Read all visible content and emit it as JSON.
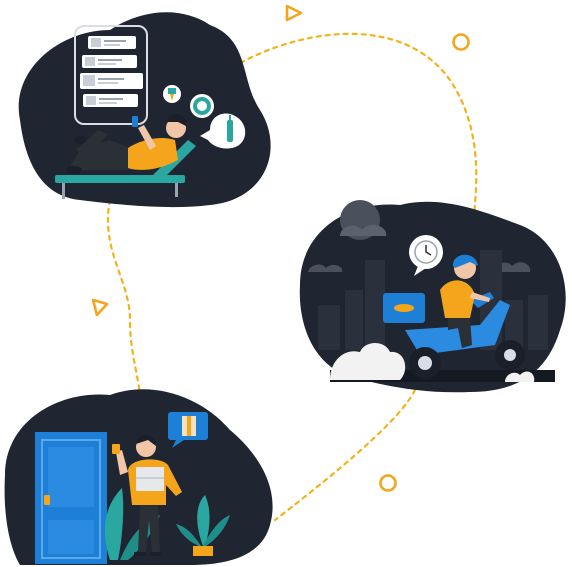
{
  "colors": {
    "background": "#ffffff",
    "blob": "#202631",
    "blob_dark": "#1a1f29",
    "accent_yellow": "#f4a51c",
    "accent_blue": "#1e7fd6",
    "accent_teal": "#2aa7a0",
    "route_dash": "#f3b21c",
    "smoke": "#f2f2f2"
  },
  "scenes": [
    {
      "id": "order",
      "icon": "person-ordering-on-phone-icon"
    },
    {
      "id": "delivery",
      "icon": "scooter-delivery-icon"
    },
    {
      "id": "receive",
      "icon": "person-receiving-package-icon"
    }
  ],
  "bubbles": [
    "ice-cream-icon",
    "donut-icon",
    "bottle-icon",
    "clock-icon",
    "gift-box-icon"
  ],
  "order_card_count": 4
}
